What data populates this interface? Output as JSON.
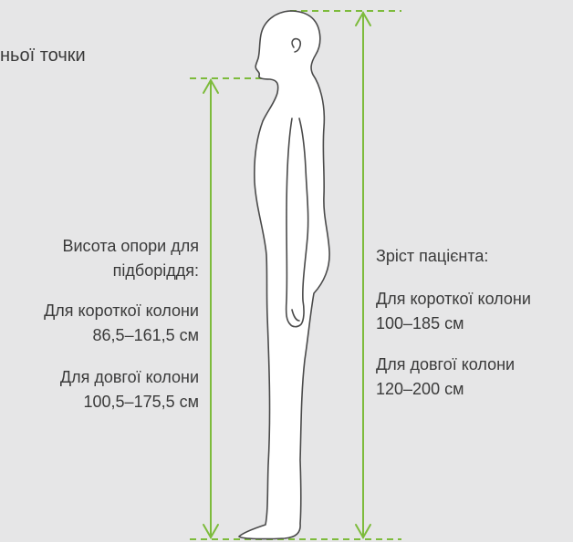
{
  "header": {
    "text_fragment": "ньої точки"
  },
  "chin_rest": {
    "title_line1": "Висота опори для",
    "title_line2": "підборіддя:",
    "short_label": "Для короткої колони",
    "short_value": "86,5–161,5 см",
    "long_label": "Для довгої колони",
    "long_value": "100,5–175,5 см"
  },
  "patient_height": {
    "title": "Зріст пацієнта:",
    "short_label": "Для короткої колони",
    "short_value": "100–185 см",
    "long_label": "Для довгої колони",
    "long_value": "120–200 см"
  },
  "colors": {
    "background": "#e6e6e7",
    "measure_line": "#7dbb3c",
    "figure_fill": "#ffffff",
    "figure_stroke": "#4a4a4a",
    "text": "#3a3a3a"
  }
}
